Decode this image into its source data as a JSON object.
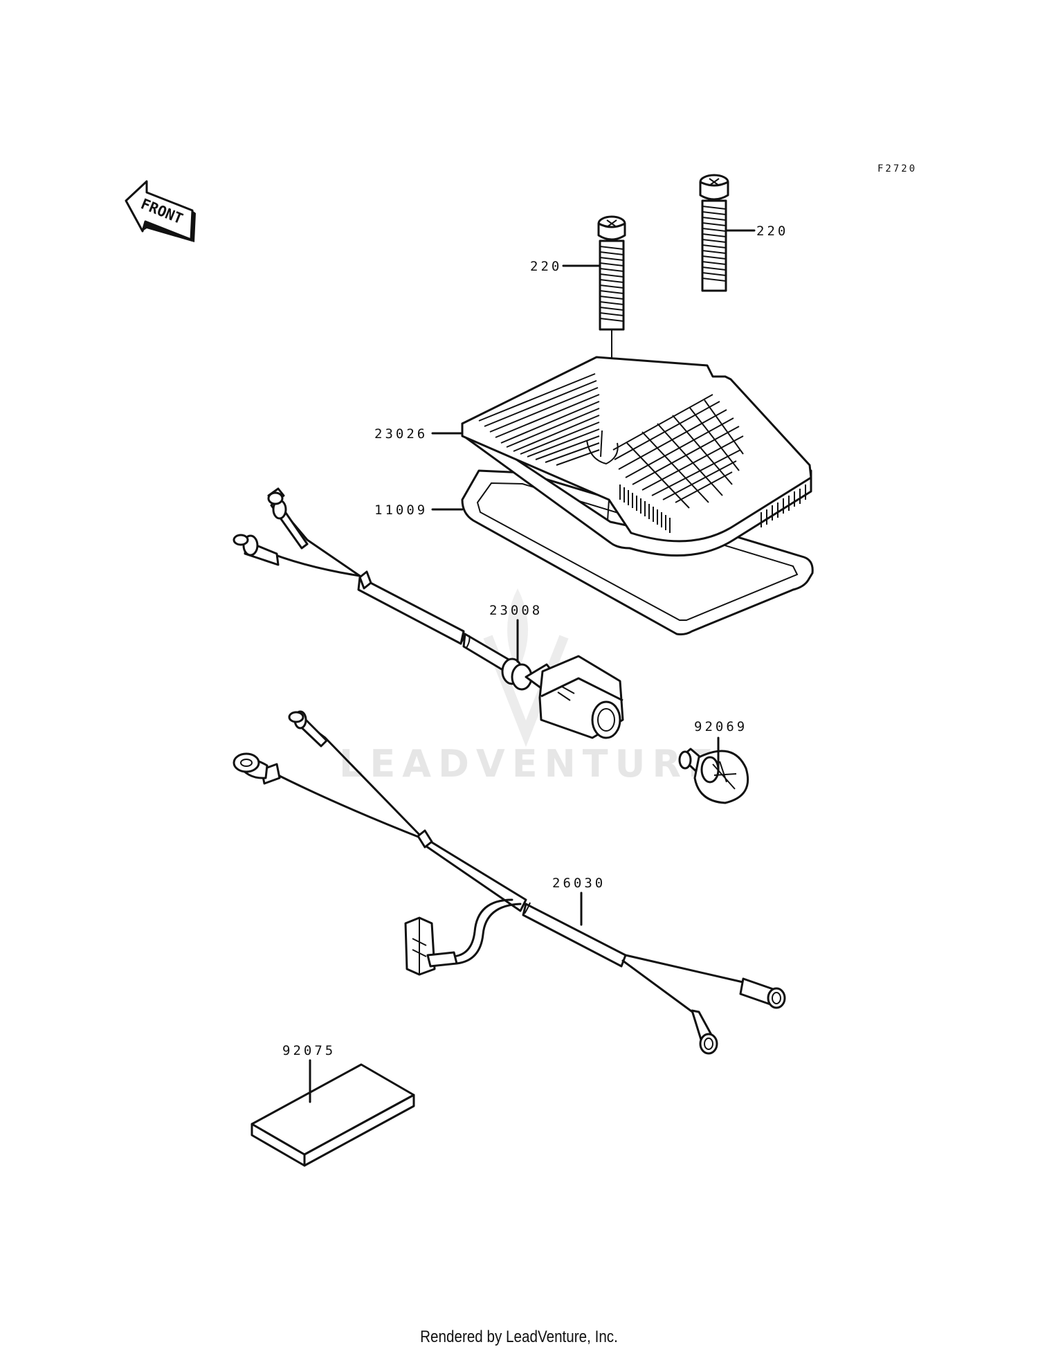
{
  "figure_code": "F2720",
  "front_label": "FRONT",
  "watermark": "LEADVENTURE",
  "footer": "Rendered by LeadVenture, Inc.",
  "parts": [
    {
      "id": "screw-left",
      "number": "220"
    },
    {
      "id": "screw-right",
      "number": "220"
    },
    {
      "id": "lens",
      "number": "23026"
    },
    {
      "id": "gasket",
      "number": "11009"
    },
    {
      "id": "socket",
      "number": "23008"
    },
    {
      "id": "bulb",
      "number": "92069"
    },
    {
      "id": "harness",
      "number": "26030"
    },
    {
      "id": "pad",
      "number": "92075"
    }
  ]
}
